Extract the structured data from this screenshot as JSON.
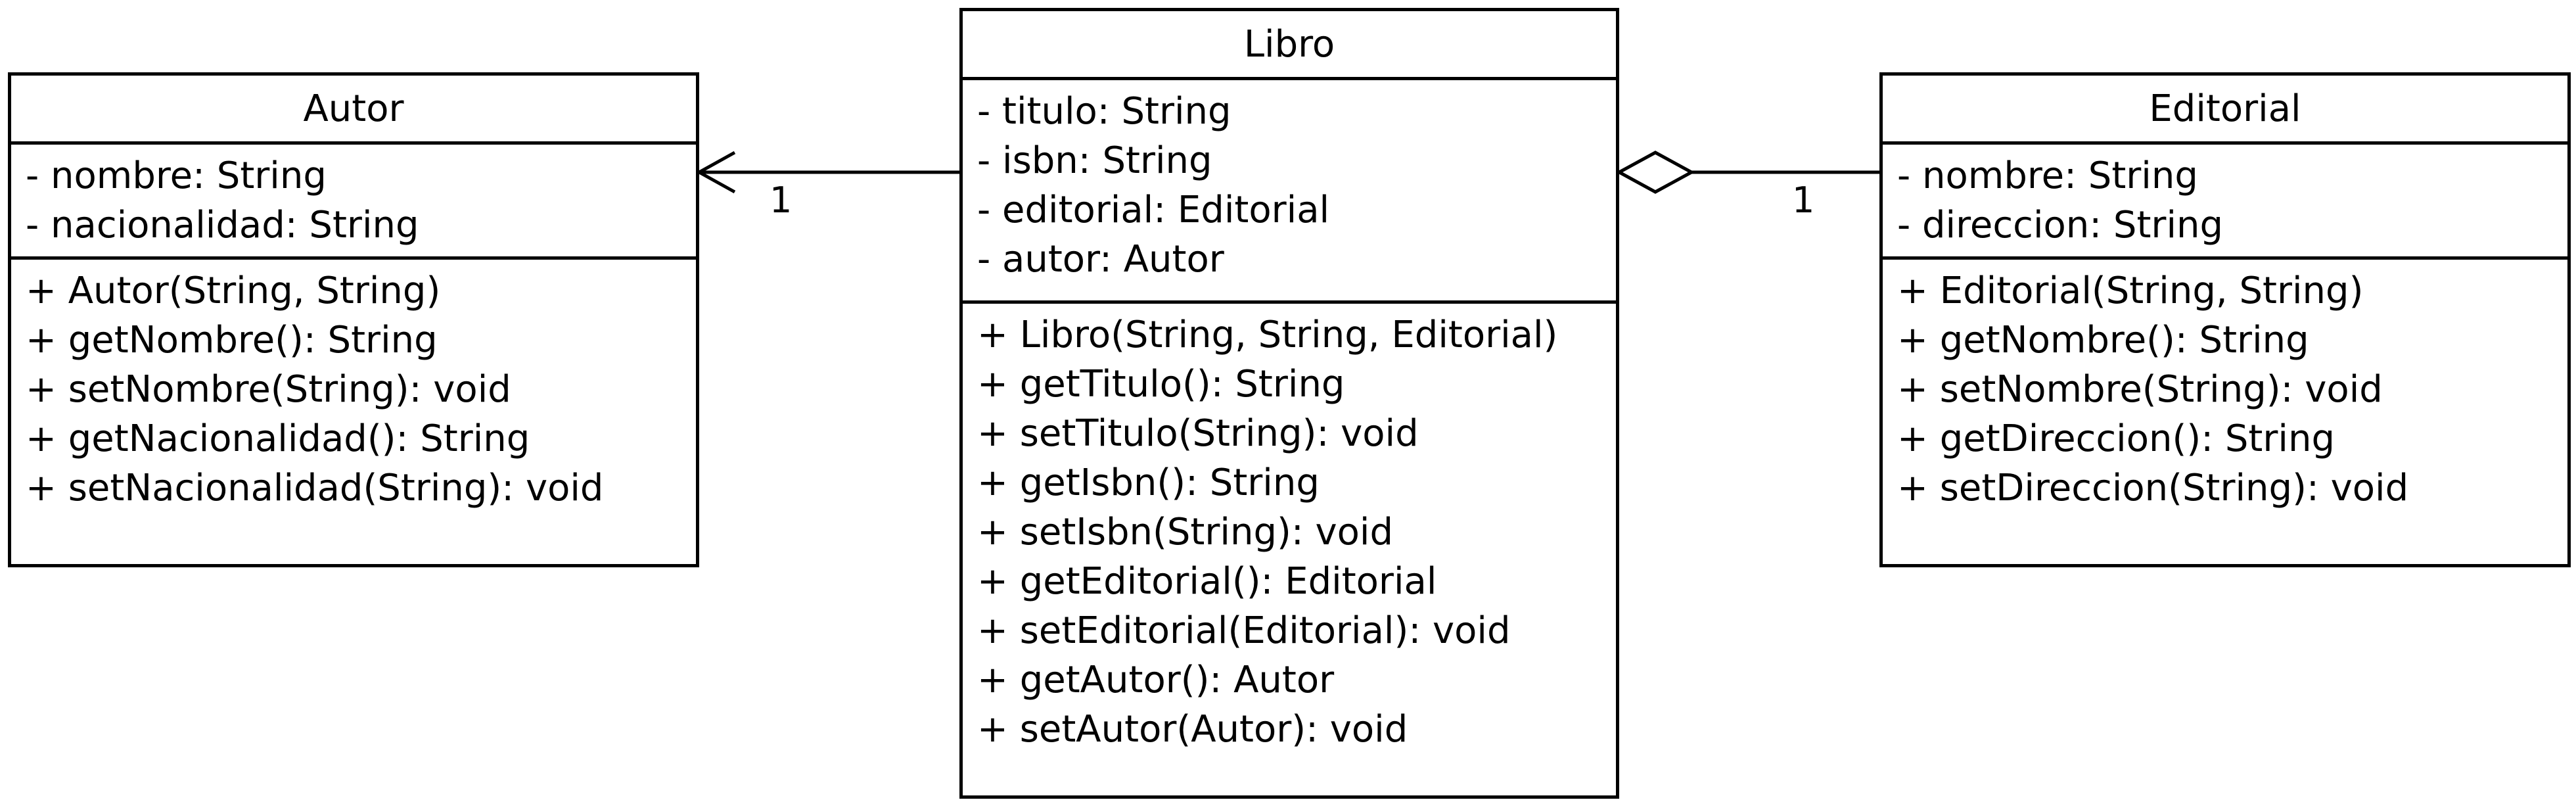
{
  "classes": {
    "autor": {
      "name": "Autor",
      "attributes": [
        "- nombre: String",
        "- nacionalidad: String"
      ],
      "operations": [
        "+ Autor(String, String)",
        "+ getNombre(): String",
        "+ setNombre(String): void",
        "+ getNacionalidad(): String",
        "+ setNacionalidad(String): void"
      ]
    },
    "libro": {
      "name": "Libro",
      "attributes": [
        "- titulo: String",
        "- isbn: String",
        "- editorial: Editorial",
        "- autor: Autor"
      ],
      "operations": [
        "+ Libro(String, String, Editorial)",
        "+ getTitulo(): String",
        "+ setTitulo(String): void",
        "+ getIsbn(): String",
        "+ setIsbn(String): void",
        "+ getEditorial(): Editorial",
        "+ setEditorial(Editorial): void",
        "+ getAutor(): Autor",
        "+ setAutor(Autor): void"
      ]
    },
    "editorial": {
      "name": "Editorial",
      "attributes": [
        "- nombre: String",
        "- direccion: String"
      ],
      "operations": [
        "+ Editorial(String, String)",
        "+ getNombre(): String",
        "+ setNombre(String): void",
        "+ getDireccion(): String",
        "+ setDireccion(String): void"
      ]
    }
  },
  "relations": {
    "libro_autor": {
      "kind": "association",
      "multiplicity": "1"
    },
    "libro_editorial": {
      "kind": "aggregation",
      "multiplicity": "1"
    }
  }
}
